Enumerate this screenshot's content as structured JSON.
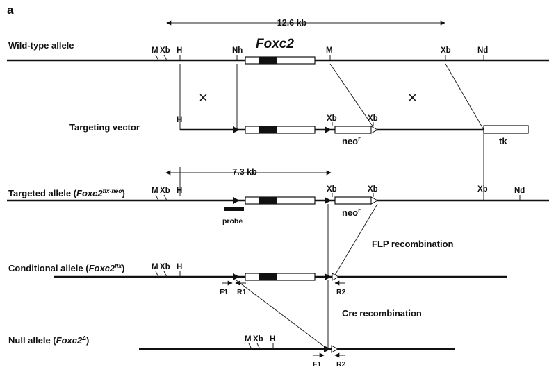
{
  "panel_label": "a",
  "gene": "Foxc2",
  "dimension_top": "12.6 kb",
  "dimension_targeted": "7.3 kb",
  "alleles": {
    "wild_type": "Wild-type allele",
    "targeting_vector": "Targeting vector",
    "targeted_prefix": "Targeted allele (",
    "targeted_italic": "Foxc2",
    "targeted_sup": "flx-neo",
    "targeted_suffix": ")",
    "conditional_prefix": "Conditional allele (",
    "conditional_italic": "Foxc2",
    "conditional_sup": "flx",
    "conditional_suffix": ")",
    "null_prefix": "Null allele (",
    "null_italic": "Foxc2",
    "null_sup": "Δ",
    "null_suffix": ")"
  },
  "sites": {
    "M": "M",
    "Xb": "Xb",
    "H": "H",
    "Nh": "Nh",
    "Nd": "Nd"
  },
  "markers": {
    "neo": "neo",
    "neo_sup": "r",
    "tk": "tk",
    "probe": "probe",
    "F1": "F1",
    "R1": "R1",
    "R2": "R2"
  },
  "steps": {
    "flp": "FLP recombination",
    "cre": "Cre recombination"
  },
  "crossover_symbol": "×"
}
